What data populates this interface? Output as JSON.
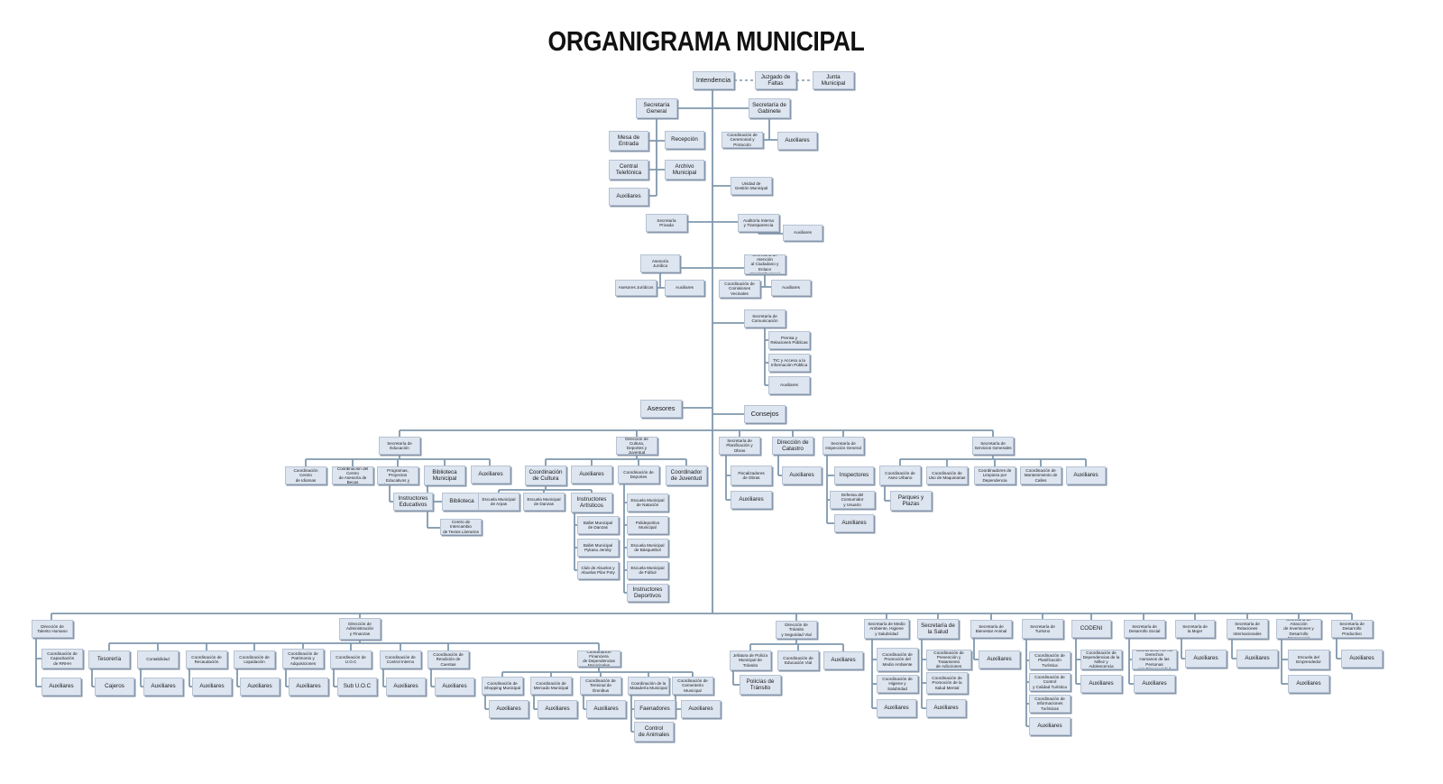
{
  "title": "ORGANIGRAMA MUNICIPAL",
  "colors": {
    "box": "#dde5f0",
    "line": "#7f98ad",
    "shadow": "#8595aa"
  },
  "nodes": {
    "intendencia": "Intendencia",
    "juzgado_faltas": "Juzgado de\nFaltas",
    "junta_municipal": "Junta\nMunicipal",
    "secretaria_general": "Secretaría\nGeneral",
    "secretaria_gabinete": "Secretaría de\nGabinete",
    "mesa_entrada": "Mesa de\nEntrada",
    "recepcion": "Recepción",
    "central_telefonica": "Central\nTelefónica",
    "archivo_municipal": "Archivo\nMunicipal",
    "aux_sec_general": "Auxiliares",
    "coord_ceremonial": "Coordinación de\nCeremonial y Protocolo",
    "aux_gabinete": "Auxiliares",
    "unidad_gestion": "Unidad de\nGestión Municipal",
    "secretaria_privada": "Secretaría\nPrivada",
    "auditoria_interna": "Auditoría Interna\ny Transparencia",
    "aux_auditoria": "Auxiliares",
    "asesoria_juridica": "Asesoría\nJurídica",
    "secretaria_atencion": "Secretaría de Atención\nal Ciudadano y Enlace\nInterinstitucional",
    "asesores_juridicos": "Asesores Jurídicos",
    "aux_asesoria": "Auxiliares",
    "coord_comisiones": "Coordinación de\nComisiones Vecinales",
    "aux_atencion": "Auxiliares",
    "secretaria_comunicacion": "Secretaría de\nComunicación",
    "prensa": "Prensa y\nRelaciones Públicas",
    "tic": "TIC y Acceso a la\nInformación Pública",
    "aux_comunicacion": "Auxiliares",
    "asesores": "Asesores",
    "consejos": "Consejos",
    "secretaria_educacion": "Secretaría de\nEducación",
    "coord_idiomas": "Coordinación Centro\nde Idiomas",
    "coord_becas": "Coordinación del Centro\nde Asesoría de Becas",
    "coord_programas": "Coordinación de Programas,\nProyectos Educativos y\nde Capacitación",
    "biblioteca_municipal": "Biblioteca\nMunicipal",
    "aux_educacion": "Auxiliares",
    "instructores_educativos": "Instructores\nEducativos",
    "biblioteca": "Biblioteca",
    "centro_intercambio": "Centro de Intercambio\nde Textos Literarios",
    "direccion_cultura": "Dirección de Cultura,\nDeportes y Juventud",
    "coord_cultura": "Coordinación\nde Cultura",
    "aux_cultura": "Auxiliares",
    "coord_deportes": "Coordinación de\nDeportes",
    "coord_juventud": "Coordinador\nde Juventud",
    "escuela_arpas": "Escuela Municipal\nde Arpas",
    "escuela_danzas": "Escuela Municipal\nde Danzas",
    "instructores_artisticos": "Instructores\nArtísticos",
    "ballet_danzas": "Ballet Municipal\nde Danzas",
    "ballet_pykasu": "Ballet Municipal\nPykasu Jeroky",
    "club_abuelos": "Club de Abuelos y\nAbuelas Pilar Poty",
    "escuela_natacion": "Escuela Municipal\nde Natación",
    "polideportivo": "Polideportivo\nMunicipal",
    "escuela_basquetbol": "Escuela Municipal\nde Básquetbol",
    "escuela_futbol": "Escuela Municipal\nde Fútbol",
    "instructores_deportivos": "Instructores\nDeportivos",
    "secretaria_planificacion": "Secretaría de\nPlanificación y Obras",
    "fiscalizadores": "Fiscalizadores\nde Obras",
    "aux_planificacion": "Auxiliares",
    "direccion_catastro": "Dirección de\nCatastro",
    "aux_catastro": "Auxiliares",
    "secretaria_inspeccion": "Secretaría de\nInspección General",
    "inspectores": "Inspectores",
    "defensa_consumidor": "Defensa del Consumidor\ny Usuario",
    "aux_inspeccion": "Auxiliares",
    "secretaria_servicios": "Secretaría de\nServicios Generales",
    "coord_aseo": "Coordinación de\nAseo Urbano",
    "coord_maquinarias": "Coordinación de\nUso de Maquinarias",
    "coord_limpieza": "Coordinadores de\nLimpieza por Dependencia",
    "coord_mantenimiento": "Coordinación de\nMantenimiento de Calles",
    "aux_servicios": "Auxiliares",
    "parques_plazas": "Parques y\nPlazas",
    "direccion_talento": "Dirección de\nTalento Humano",
    "coord_capacitacion": "Coordinación de\nCapacitación\nde RRHH",
    "aux_talento": "Auxiliares",
    "direccion_administracion": "Dirección de\nAdministración\ny Finanzas",
    "tesoreria": "Tesorería",
    "contabilidad": "Contabilidad",
    "coord_recaudacion": "Coordinación de\nRecaudación",
    "coord_liquidacion": "Coordinación de\nLiquidación",
    "coord_patrimonio": "Coordinación de\nPatrimonio y\nAdquisiciones",
    "coord_uoc": "Coordinación de\nU.O.C",
    "coord_control_interno": "Coordinación de\nControl Interno",
    "coord_rendicion": "Coordinación de\nRendición de Cuentas",
    "cajeros": "Cajeros",
    "aux_contabilidad": "Auxiliares",
    "aux_recaudacion": "Auxiliares",
    "aux_liquidacion": "Auxiliares",
    "aux_patrimonio": "Auxiliares",
    "sub_uoc": "Sub U.O.C",
    "aux_control_interno": "Auxiliares",
    "aux_rendicion": "Auxiliares",
    "coord_financiera": "Coordinación Financiera\nde Dependencias Municipales",
    "coord_shopping": "Coordinación de\nShopping Municipal",
    "coord_mercado": "Coordinación de\nMercado Municipal",
    "coord_terminal": "Coordinación de\nTerminal de Ómnibus",
    "coord_matadero": "Coordinación de la\nMatadería Municipal",
    "coord_cementerio": "Coordinación de\nCementerio Municipal",
    "aux_shopping": "Auxiliares",
    "aux_mercado": "Auxiliares",
    "aux_terminal": "Auxiliares",
    "faenadores": "Faenadores",
    "aux_cementerio": "Auxiliares",
    "control_animales": "Control\nde Animales",
    "direccion_transito": "Dirección de Tránsito\ny Seguridad Vial",
    "jefatura_policia": "Jefatura de Policía\nMunicipal de Tránsito",
    "coord_educacion_vial": "Coordinación de\nEducación Vial",
    "aux_transito": "Auxiliares",
    "policias_transito": "Policías de\nTránsito",
    "secretaria_medio_ambiente": "Secretaría de Medio\nAmbiente, Higiene\ny Salubridad",
    "coord_promocion_ma": "Coordinación de\nPromoción del\nMedio Ambiente",
    "coord_higiene": "Coordinación de\nHigiene y Salubridad",
    "aux_medio_ambiente": "Auxiliares",
    "secretaria_salud": "Secretaría de\nla Salud",
    "coord_prevencion": "Coordinación de\nPrevención y Tratamiento\nde Adicciones",
    "coord_salud_mental": "Coordinación de\nPromoción de la\nSalud Mental",
    "aux_salud": "Auxiliares",
    "secretaria_bienestar": "Secretaría de\nBienestar Animal",
    "aux_bienestar": "Auxiliares",
    "secretaria_turismo": "Secretaría de\nTurismo",
    "coord_planif_turistica": "Coordinación de\nPlanificación Turística",
    "coord_calidad_turistica": "Coordinación de Control\ny Calidad Turística",
    "coord_info_turisticas": "Coordinación de\nInformaciones Turísticas",
    "aux_turismo": "Auxiliares",
    "codeni": "CODENI",
    "coord_ninez": "Coordinación de\nDependencias de la\nNiñez y Adolescencia",
    "aux_codeni": "Auxiliares",
    "secretaria_desarrollo_social": "Secretaría de\nDesarrollo Social",
    "coord_ddhh_discapacidad": "Coordinación de los Derechos\nHumanos de las Personas\ncon Discapacidad",
    "aux_desarrollo_social": "Auxiliares",
    "secretaria_mujer": "Secretaría de\nla Mujer",
    "aux_mujer": "Auxiliares",
    "secretaria_relaciones": "Secretaría de\nRelaciones\nInternacionales",
    "aux_relaciones": "Auxiliares",
    "secretaria_inversiones": "Secretaría de Atracción\nde Inversiones y\nDesarrollo Empresarial",
    "escuela_emprendedor": "Escuela del\nEmprendedor",
    "aux_inversiones": "Auxiliares",
    "secretaria_productivo": "Secretaría de\nDesarrollo Productivo",
    "aux_productivo": "Auxiliares"
  }
}
